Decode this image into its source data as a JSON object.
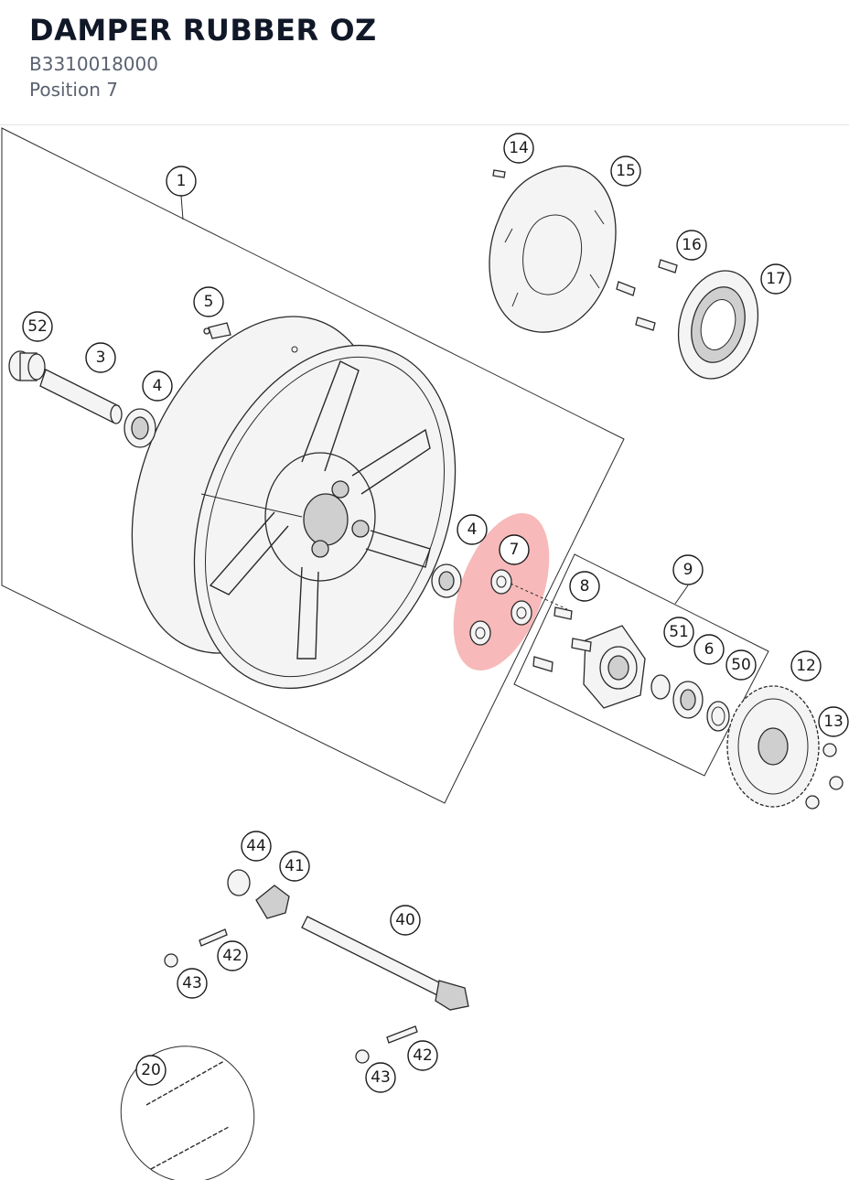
{
  "header": {
    "title": "DAMPER RUBBER OZ",
    "part_number": "B3310018000",
    "position": "Position 7"
  },
  "highlight": {
    "callout": "7",
    "color": "#f08080"
  },
  "callouts": [
    {
      "id": "c1",
      "label": "1"
    },
    {
      "id": "c3",
      "label": "3"
    },
    {
      "id": "c4a",
      "label": "4"
    },
    {
      "id": "c4b",
      "label": "4"
    },
    {
      "id": "c5",
      "label": "5"
    },
    {
      "id": "c6",
      "label": "6"
    },
    {
      "id": "c7",
      "label": "7"
    },
    {
      "id": "c8",
      "label": "8"
    },
    {
      "id": "c9",
      "label": "9"
    },
    {
      "id": "c12",
      "label": "12"
    },
    {
      "id": "c13",
      "label": "13"
    },
    {
      "id": "c14",
      "label": "14"
    },
    {
      "id": "c15",
      "label": "15"
    },
    {
      "id": "c16",
      "label": "16"
    },
    {
      "id": "c17",
      "label": "17"
    },
    {
      "id": "c20",
      "label": "20"
    },
    {
      "id": "c40",
      "label": "40"
    },
    {
      "id": "c41",
      "label": "41"
    },
    {
      "id": "c42a",
      "label": "42"
    },
    {
      "id": "c42b",
      "label": "42"
    },
    {
      "id": "c43a",
      "label": "43"
    },
    {
      "id": "c43b",
      "label": "43"
    },
    {
      "id": "c44",
      "label": "44"
    },
    {
      "id": "c50",
      "label": "50"
    },
    {
      "id": "c51",
      "label": "51"
    },
    {
      "id": "c52",
      "label": "52"
    }
  ]
}
